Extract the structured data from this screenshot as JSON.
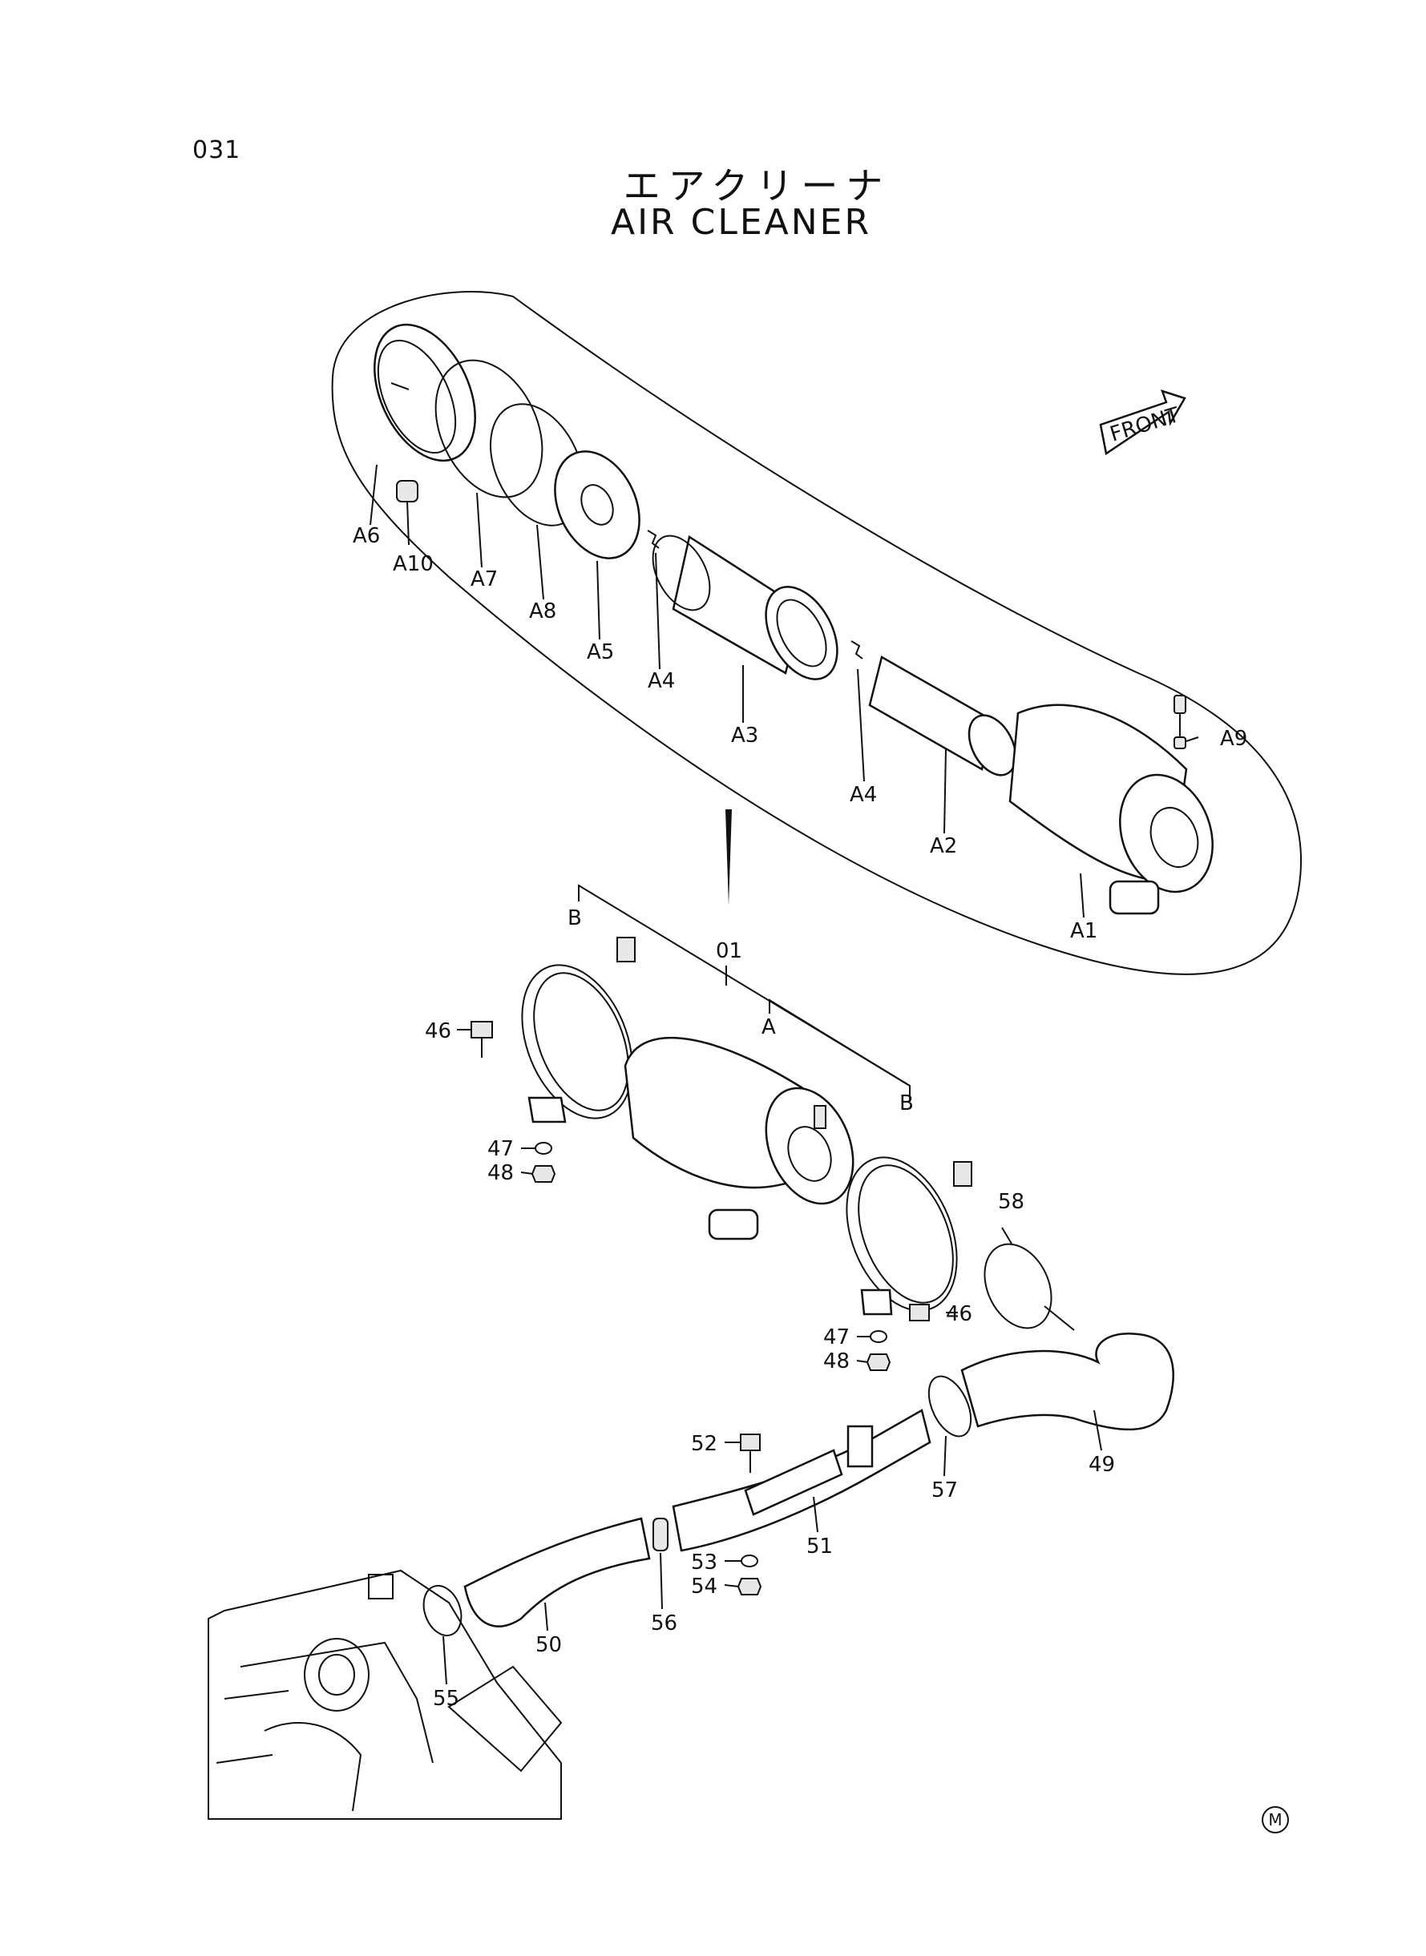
{
  "page_code": "031",
  "title_jp": "エアクリーナ",
  "title_en": "AIR CLEANER",
  "front_label": "FRONT",
  "corner_mark": "M",
  "callouts": {
    "A1": "A1",
    "A2": "A2",
    "A3": "A3",
    "A4a": "A4",
    "A4b": "A4",
    "A5": "A5",
    "A6": "A6",
    "A7": "A7",
    "A8": "A8",
    "A9": "A9",
    "A10": "A10",
    "p01": "01",
    "pA": "A",
    "pB1": "B",
    "pB2": "B",
    "p46a": "46",
    "p46b": "46",
    "p47a": "47",
    "p47b": "47",
    "p48a": "48",
    "p48b": "48",
    "p49": "49",
    "p50": "50",
    "p51": "51",
    "p52": "52",
    "p53": "53",
    "p54": "54",
    "p55": "55",
    "p56": "56",
    "p57": "57",
    "p58": "58"
  }
}
